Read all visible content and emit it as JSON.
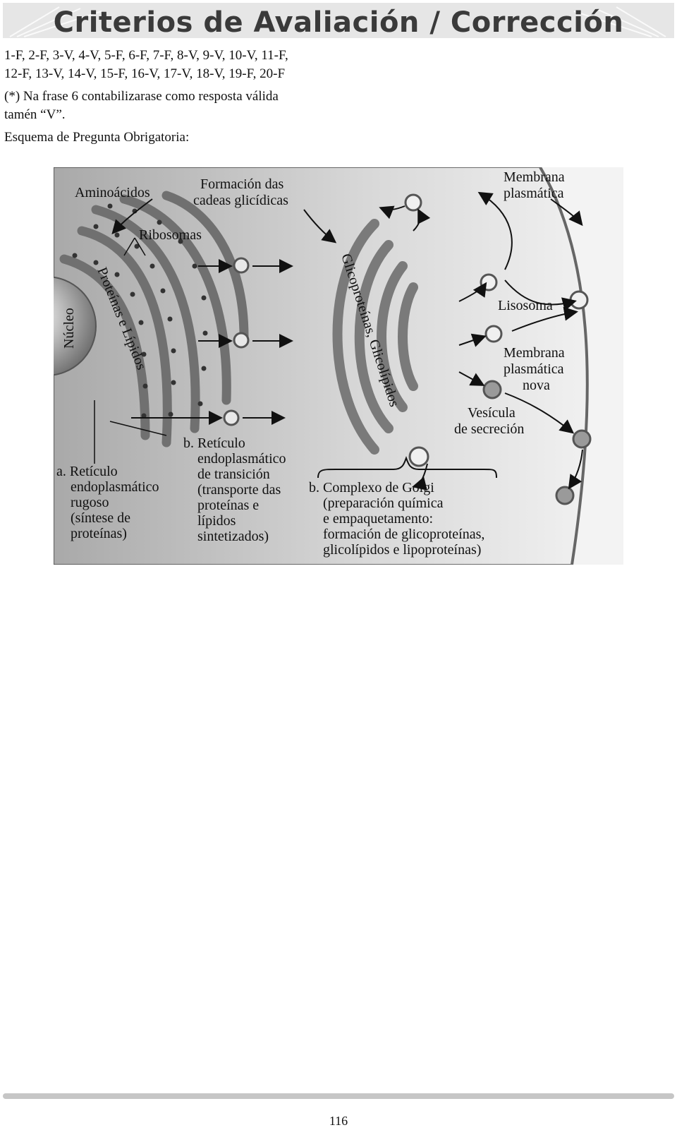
{
  "header": {
    "title": "Criterios de Avaliación / Corrección"
  },
  "answers": {
    "line1": "1-F, 2-F, 3-V, 4-V, 5-F, 6-F, 7-F, 8-V, 9-V, 10-V, 11-F,",
    "line2": "12-F, 13-V, 14-V, 15-F, 16-V, 17-V, 18-V, 19-F, 20-F"
  },
  "note": {
    "line1": "(*) Na frase 6 contabilizarase como resposta válida",
    "line2": "tamén “V”."
  },
  "schema": {
    "label": "Esquema de Pregunta Obrigatoria:"
  },
  "figure": {
    "labels": {
      "aminoacidos": "Aminoácidos",
      "formacion_1": "Formación das",
      "formacion_2": "cadeas glicídicas",
      "ribosomas": "Ribosomas",
      "membrana_1": "Membrana",
      "membrana_2": "plasmática",
      "nucleo": "Núcleo",
      "proteinas_lipidos": "Proteínas e Lípidos",
      "glico": "Glicoproteínas, Glicolípidos",
      "lisosoma": "Lisosoma",
      "membrana_nova_1": "Membrana",
      "membrana_nova_2": "plasmática",
      "membrana_nova_3": "nova",
      "vesicula_1": "Vesícula",
      "vesicula_2": "de secreción",
      "rer_1": "a. Retículo",
      "rer_2": "endoplasmático",
      "rer_3": "rugoso",
      "rer_4": "(síntese de",
      "rer_5": "proteínas)",
      "ter_1": "b. Retículo",
      "ter_2": "endoplasmático",
      "ter_3": "de transición",
      "ter_4": "(transporte das",
      "ter_5": "proteínas e",
      "ter_6": "lípidos",
      "ter_7": "sintetizados)",
      "golgi_1": "b. Complexo de Golgi",
      "golgi_2": "(preparación química",
      "golgi_3": "e empaquetamento:",
      "golgi_4": "formación de glicoproteínas,",
      "golgi_5": "glicolípidos e lipoproteínas)"
    }
  },
  "footer": {
    "page_number": "116"
  }
}
